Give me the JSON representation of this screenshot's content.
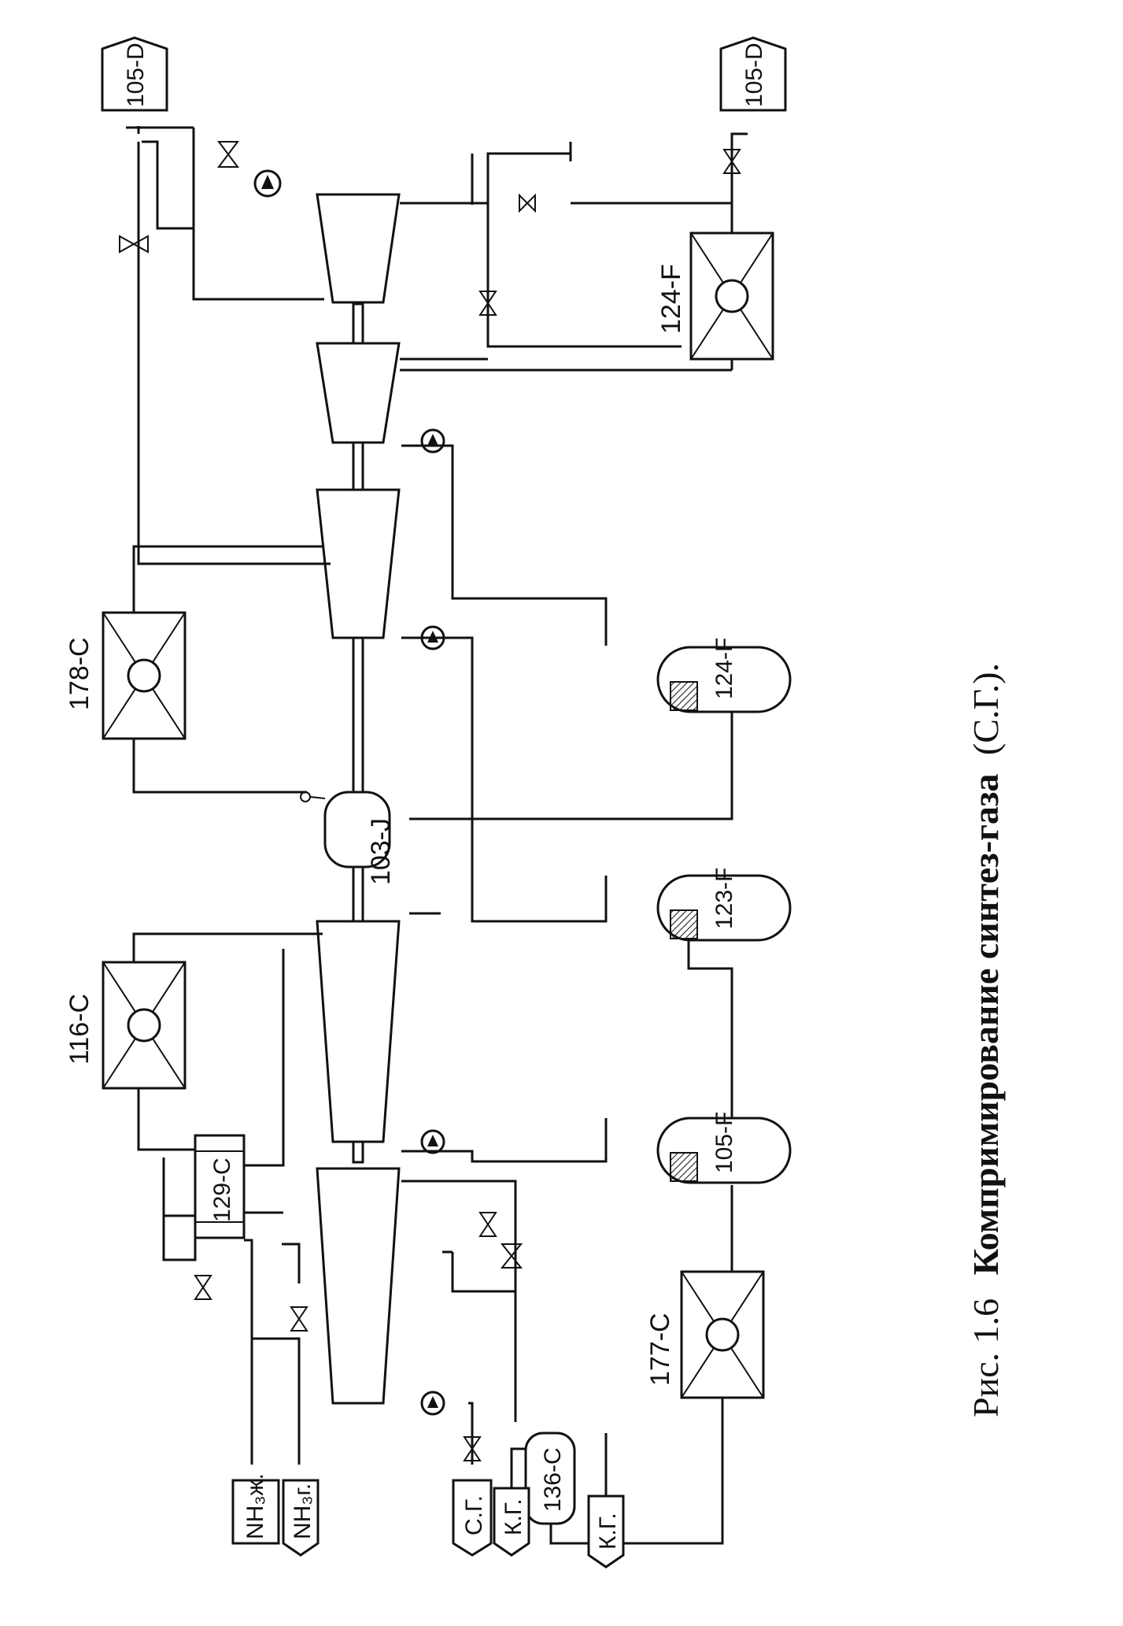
{
  "labels": {
    "c116": "116-С",
    "c178": "178-С",
    "c177": "177-С",
    "c129": "129-С",
    "c136": "136-С",
    "j103": "103-J",
    "f105": "105-F",
    "f123": "123-F",
    "f124a": "124-F",
    "f124b": "124-F"
  },
  "tags": {
    "d105_top": "105-D",
    "d105_bottom": "105-D",
    "nh3_liquid": "NH₃ж.",
    "nh3_gas": "NH₃г.",
    "synthesis_gas": "С.Г.",
    "kg1": "К.Г.",
    "kg2": "К.Г."
  },
  "caption": {
    "prefix": "Рис. 1.6",
    "title": "Компримирование синтез-газа",
    "suffix": "(С.Г.)."
  }
}
